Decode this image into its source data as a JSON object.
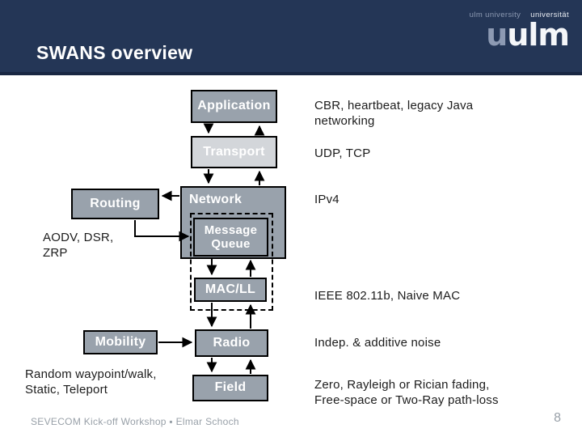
{
  "colors": {
    "header_bg": "#243656",
    "header_border": "#192742",
    "box_fill": "#99a2ac",
    "box_fill_light": "#d3d6da",
    "box_text": "#ffffff",
    "annotation_text": "#1c1c1c",
    "footer_text": "#98a0a8",
    "logo_muted": "#8d9ab3",
    "logo_light": "#e8ecf2"
  },
  "header": {
    "title": "SWANS overview",
    "logo": {
      "tagline_left": "ulm university",
      "tagline_right": "universität",
      "wordmark_u": "u",
      "wordmark_rest": "ulm"
    }
  },
  "diagram": {
    "boxes": {
      "application": {
        "label": "Application"
      },
      "transport": {
        "label": "Transport"
      },
      "network": {
        "label": "Network"
      },
      "message_queue": {
        "label": "Message Queue"
      },
      "mac_ll": {
        "label": "MAC/LL"
      },
      "radio": {
        "label": "Radio"
      },
      "field": {
        "label": "Field"
      },
      "routing": {
        "label": "Routing"
      },
      "mobility": {
        "label": "Mobility"
      }
    },
    "right_annotations": {
      "application": [
        "CBR, heartbeat, legacy Java",
        "networking"
      ],
      "transport": [
        "UDP, TCP"
      ],
      "network": [
        "IPv4"
      ],
      "mac_ll": [
        "IEEE 802.11b, Naive MAC"
      ],
      "radio": [
        "Indep. & additive noise"
      ],
      "field": [
        "Zero, Rayleigh or Rician fading,",
        "Free-space or Two-Ray path-loss"
      ]
    },
    "left_annotations": {
      "routing": [
        "AODV, DSR,",
        "ZRP"
      ],
      "mobility": [
        "Random waypoint/walk,",
        "Static, Teleport"
      ]
    }
  },
  "footer": {
    "text": "SEVECOM Kick-off Workshop ▪ Elmar Schoch",
    "page_number": "8"
  }
}
